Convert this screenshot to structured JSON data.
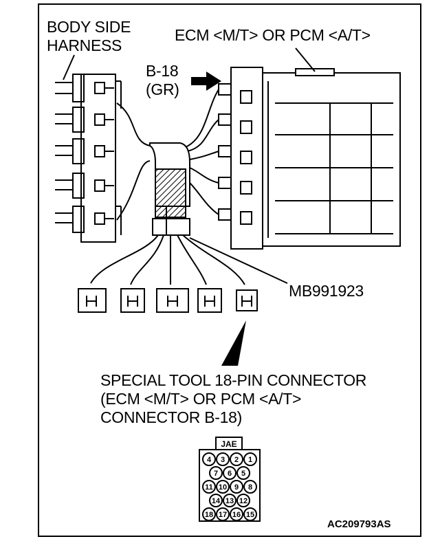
{
  "labels": {
    "body_side_line1": "BODY SIDE",
    "body_side_line2": "HARNESS",
    "ecm_pcm": "ECM <M/T> OR PCM <A/T>",
    "b18_line1": "B-18",
    "b18_line2": "(GR)",
    "tool_part_number": "MB991923",
    "special_tool_line1": "SPECIAL TOOL 18-PIN CONNECTOR",
    "special_tool_line2": "(ECM <M/T> OR PCM <A/T>",
    "special_tool_line3": "CONNECTOR B-18)",
    "figure_ref": "AC209793AS"
  },
  "pin_connector": {
    "key_label": "JAE",
    "rows": [
      [
        "4",
        "3",
        "2",
        "1"
      ],
      [
        "7",
        "6",
        "5"
      ],
      [
        "11",
        "10",
        "9",
        "8"
      ],
      [
        "14",
        "13",
        "12"
      ],
      [
        "18",
        "17",
        "16",
        "15"
      ]
    ]
  },
  "colors": {
    "line": "#000000",
    "background": "#ffffff"
  }
}
